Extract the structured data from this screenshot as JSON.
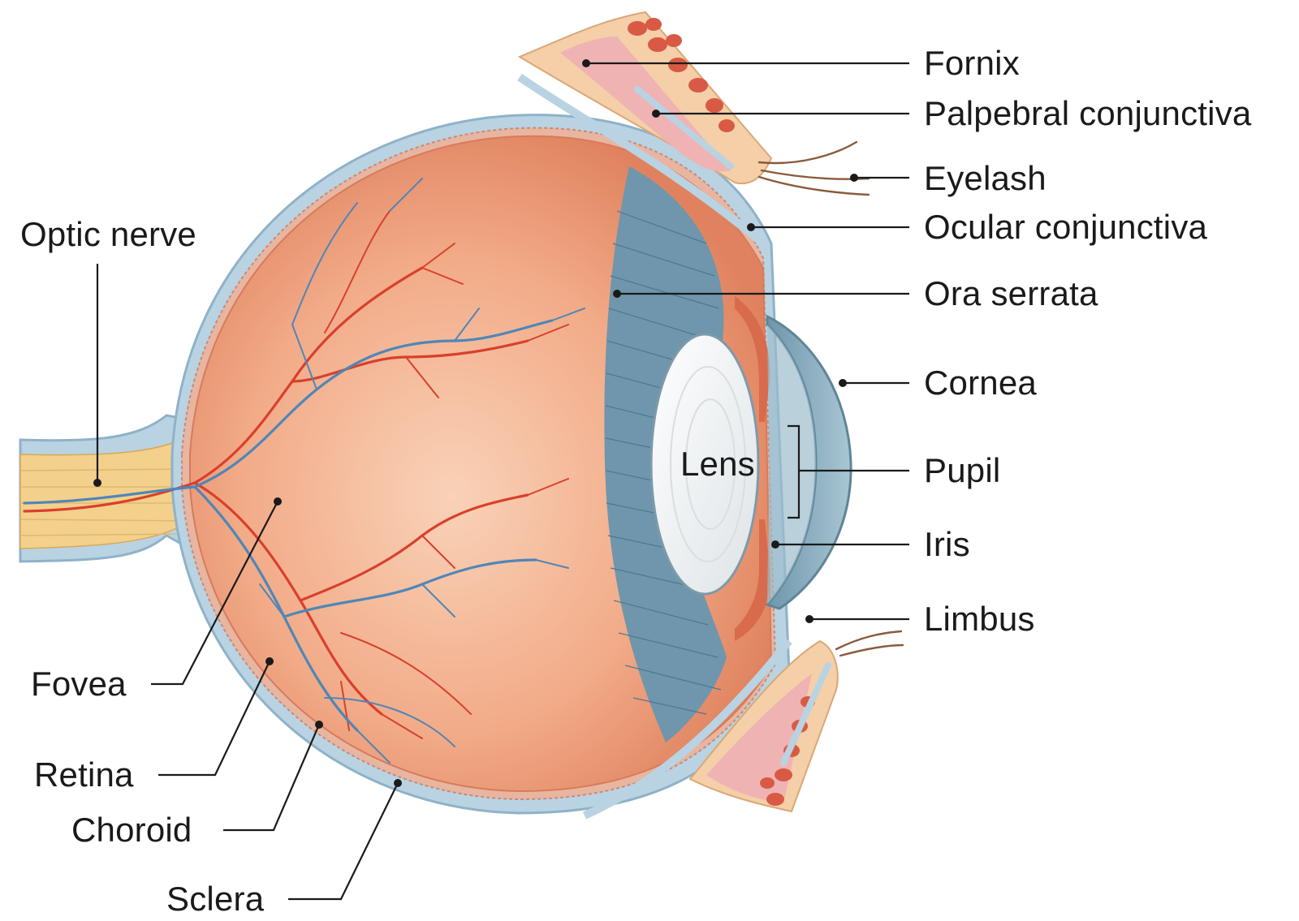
{
  "labels": {
    "fornix": "Fornix",
    "palpebral_conjunctiva": "Palpebral conjunctiva",
    "eyelash": "Eyelash",
    "ocular_conjunctiva": "Ocular conjunctiva",
    "ora_serrata": "Ora serrata",
    "cornea": "Cornea",
    "pupil": "Pupil",
    "iris": "Iris",
    "limbus": "Limbus",
    "lens": "Lens",
    "optic_nerve": "Optic nerve",
    "fovea": "Fovea",
    "retina": "Retina",
    "choroid": "Choroid",
    "sclera": "Sclera"
  },
  "colors": {
    "sclera": "#b9d3e3",
    "sclera_edge": "#8fb2c8",
    "choroid": "#e8b5a0",
    "retina_inner": "#f2a886",
    "retina_center": "#f7c9ad",
    "ciliary": "#6f96ac",
    "lens": "#f3f4f2",
    "cornea": "#8fb3c4",
    "artery": "#d9402c",
    "vein": "#4f86b8",
    "nerve": "#f3d08b",
    "eyelid_skin": "#f4cfa8",
    "muscle": "#d95a44",
    "conjunctiva": "#efb3b4",
    "leader": "#1a1a1a"
  }
}
